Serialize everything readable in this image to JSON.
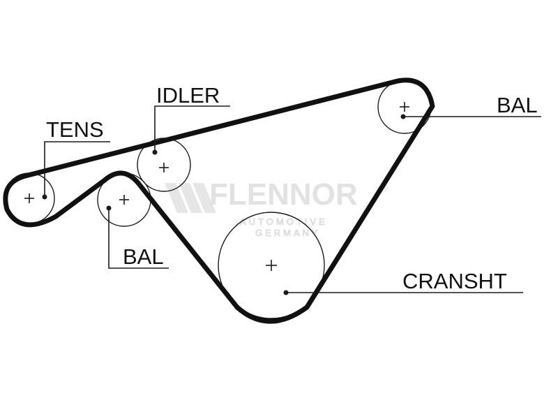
{
  "labels": {
    "idler": "IDLER",
    "tens": "TENS",
    "bal_top": "BAL",
    "bal_bottom": "BAL",
    "cranksht": "CRANSHT"
  },
  "watermark": {
    "brand": "FLENNOR",
    "reg_mark": "®",
    "sub_line1": "AUTOMOTIVE",
    "sub_line2": "GERMANY"
  },
  "colors": {
    "line": "#111111",
    "watermark": "#e2e2e2",
    "background": "#ffffff"
  }
}
